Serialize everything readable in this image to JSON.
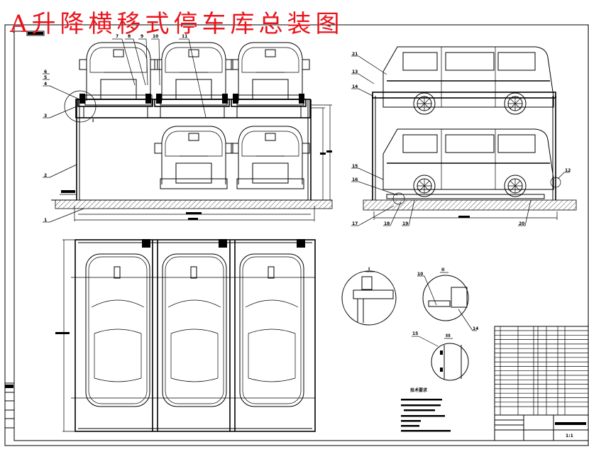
{
  "drawing": {
    "title": "A升降横移式停车库总装图",
    "title_color": "#e8141c",
    "line_color": "#000000",
    "background": "#ffffff"
  },
  "front_view": {
    "balloons_top": [
      "7",
      "8",
      "9",
      "10",
      "11"
    ],
    "balloons_left": [
      "6",
      "5",
      "4",
      "3",
      "2",
      "1"
    ],
    "detail_ref": "I"
  },
  "side_view": {
    "balloons": [
      "21",
      "13",
      "14",
      "15",
      "16",
      "17",
      "18",
      "19",
      "20",
      "12"
    ]
  },
  "details": [
    {
      "label": "I"
    },
    {
      "label": "II",
      "balloons": [
        "10",
        "14"
      ]
    },
    {
      "label": "III",
      "balloons": [
        "15"
      ]
    }
  ],
  "notes": {
    "heading": "技术要求",
    "lines": [
      "1.",
      "2.",
      "3.",
      "4.",
      "5.",
      "6."
    ]
  },
  "title_block": {
    "scale": "1:1"
  }
}
